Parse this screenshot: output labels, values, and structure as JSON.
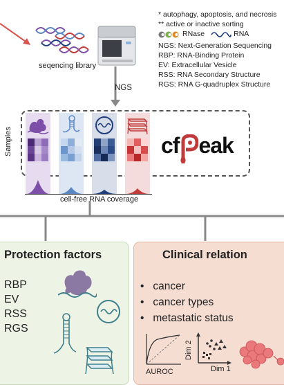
{
  "legend": {
    "note1": "* autophagy, apoptosis, and necrosis",
    "note2": "** active or inactive sorting",
    "rnase_label": "RNase",
    "rna_label": "RNA",
    "abbreviations": [
      "NGS: Next-Generation Sequencing",
      "RBP: RNA-Binding Protein",
      "EV: Extracellular Vesicle",
      "RSS: RNA Secondary Structure",
      "RGS: RNA G-quadruplex Structure"
    ]
  },
  "library_label": "seqencing library",
  "ngs_label": "NGS",
  "samples_label": "Samples",
  "coverage_label": "cell-free RNA coverage",
  "logo": {
    "part1": "cf",
    "part2": "eak",
    "description": "cfPeak logo"
  },
  "protection": {
    "title": "Protection factors",
    "items": [
      "RBP",
      "EV",
      "RSS",
      "RGS"
    ]
  },
  "clinical": {
    "title": "Clinical relation",
    "bullets": [
      "cancer",
      "cancer types",
      "metastatic status"
    ],
    "auroc_label": "AUROC",
    "dim1_label": "Dim 1",
    "dim2_label": "Dim 2"
  },
  "colors": {
    "purple": "#7d4fa8",
    "blue": "#5a86c4",
    "navy": "#1f3d7a",
    "red": "#c23b3b",
    "protection_bg": "#edf4e6",
    "clinical_bg": "#f6ddd2"
  }
}
